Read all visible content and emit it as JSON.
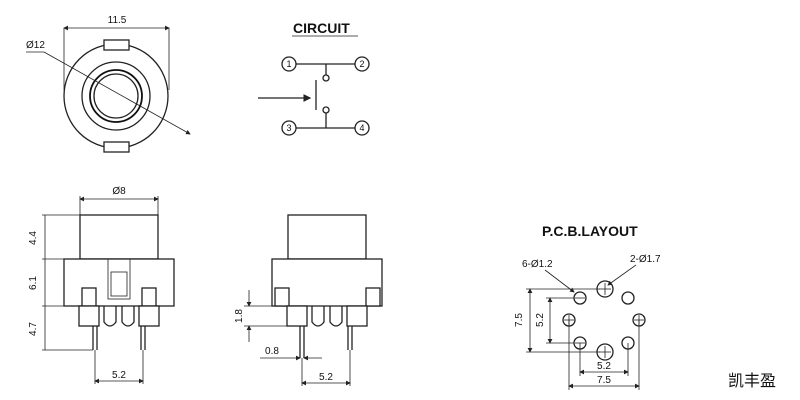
{
  "top_view": {
    "dim_width": "11.5",
    "dim_diameter": "Ø12"
  },
  "circuit": {
    "title": "CIRCUIT",
    "pins": [
      "1",
      "2",
      "3",
      "4"
    ]
  },
  "front_view": {
    "dim_cap_diameter": "Ø8",
    "dim_cap_height": "4.4",
    "dim_body_height": "6.1",
    "dim_lead_length": "4.7",
    "dim_pin_pitch": "5.2"
  },
  "side_view": {
    "dim_standoff": "1.8",
    "dim_lead_width": "0.8",
    "dim_pin_pitch": "5.2"
  },
  "pcb_layout": {
    "title": "P.C.B.LAYOUT",
    "hole_small": "6-Ø1.2",
    "hole_large": "2-Ø1.7",
    "dim_height": "7.5",
    "dim_inner_height": "5.2",
    "dim_inner_width": "5.2",
    "dim_width": "7.5"
  },
  "watermark": "凯丰盈"
}
